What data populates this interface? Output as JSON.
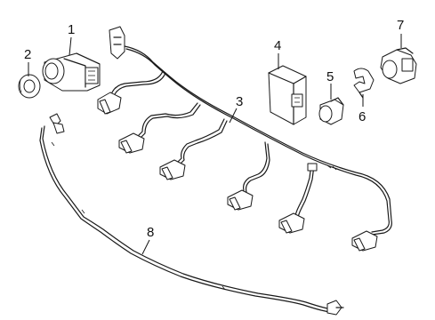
{
  "callouts": [
    {
      "id": "1",
      "part": "sensor"
    },
    {
      "id": "2",
      "part": "seal-ring"
    },
    {
      "id": "3",
      "part": "wire-harness"
    },
    {
      "id": "4",
      "part": "control-module"
    },
    {
      "id": "5",
      "part": "sensor"
    },
    {
      "id": "6",
      "part": "retainer-clip"
    },
    {
      "id": "7",
      "part": "sensor"
    },
    {
      "id": "8",
      "part": "wire-harness"
    }
  ]
}
